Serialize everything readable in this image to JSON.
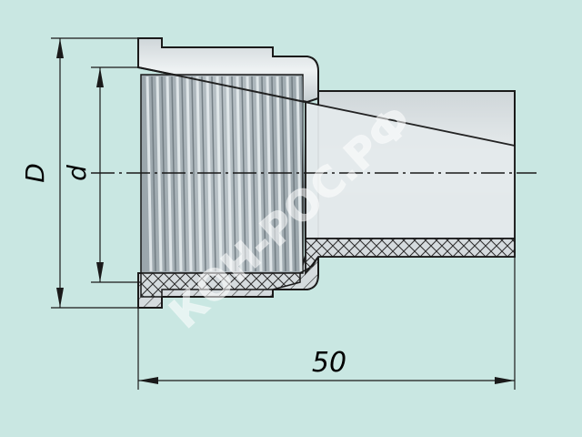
{
  "drawing": {
    "outer_diameter_label": "D",
    "thread_diameter_label": "d",
    "length_label": "50",
    "watermark": "КОН-РОС.РФ",
    "colors": {
      "background": "#c9e7e2",
      "body_fill": "#d3d9dc",
      "thread_fill": "#a6b0b6",
      "outline": "#1a1a1a",
      "hatch": "#2b2b2b"
    }
  }
}
